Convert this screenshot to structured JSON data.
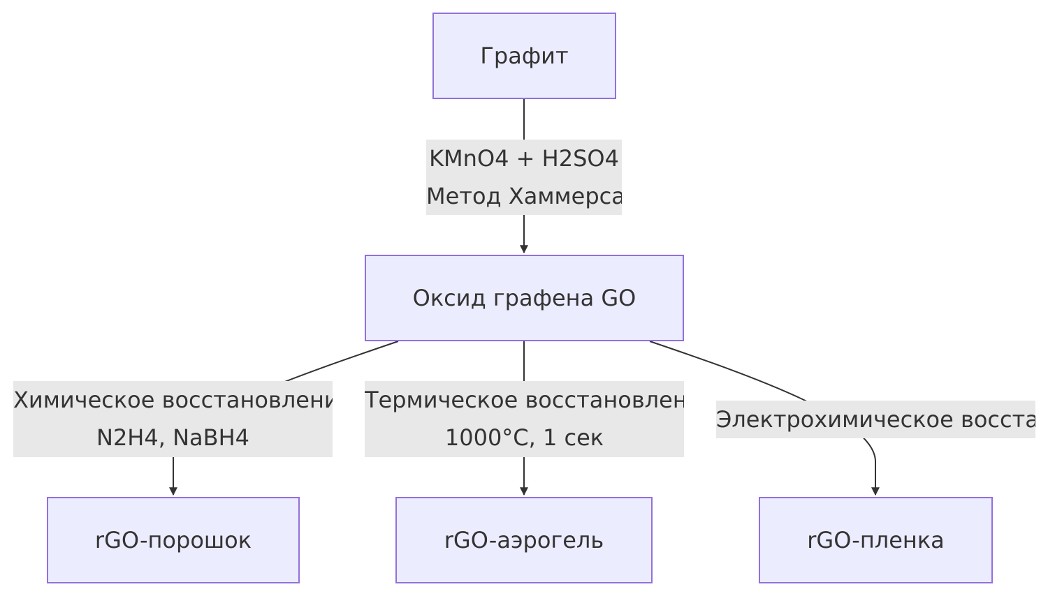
{
  "nodes": {
    "graphite": "Графит",
    "go": "Оксид графена GO",
    "powder": "rGO-порошок",
    "aerogel": "rGO-аэрогель",
    "film": "rGO-пленка"
  },
  "edges": {
    "graphite_go": {
      "line1": "KMnO4 + H2SO4",
      "line2": "Метод Хаммерса"
    },
    "go_powder": {
      "line1": "Химическое восстановлени",
      "line2": "N2H4, NaBH4"
    },
    "go_aerogel": {
      "line1": "Термическое восстановлен",
      "line2": "1000°C, 1 сек"
    },
    "go_film": {
      "line1": "Электрохимическое восста"
    }
  },
  "colors": {
    "node_fill": "#ececff",
    "node_border": "#9370db",
    "edge": "#333333",
    "label_bg": "#e8e8e8"
  }
}
